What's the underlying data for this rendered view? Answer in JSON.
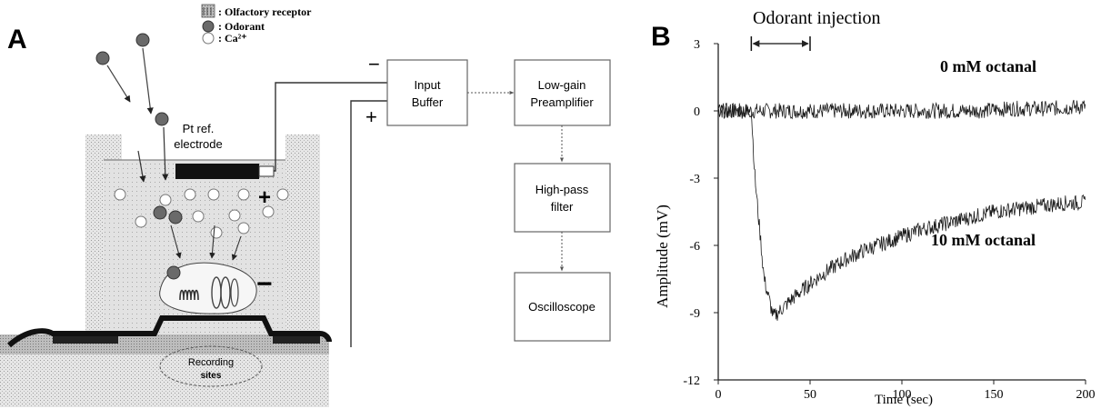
{
  "panel_a": {
    "label": "A",
    "legend": {
      "receptor": ": Olfactory receptor",
      "odorant": ": Odorant",
      "ca": ": Ca²⁺"
    },
    "electrode_label_1": "Pt ref.",
    "electrode_label_2": "electrode",
    "recording_label_1": "Recording",
    "recording_label_2": "sites",
    "minus_sign": "−",
    "plus_sign": "+",
    "well_plus": "+",
    "well_minus": "−",
    "blocks": {
      "input_buffer_1": "Input",
      "input_buffer_2": "Buffer",
      "preamp_1": "Low-gain",
      "preamp_2": "Preamplifier",
      "filter_1": "High-pass",
      "filter_2": "filter",
      "scope": "Oscilloscope"
    },
    "colors": {
      "receptor": "#555555",
      "odorant": "#6a6a6a",
      "ca": "#ffffff"
    }
  },
  "panel_b": {
    "label": "B",
    "annotation": "Odorant injection",
    "series_label_top": "0 mM octanal",
    "series_label_bottom": "10 mM octanal"
  },
  "chart_data": {
    "type": "line",
    "title": "",
    "xlabel": "Time (sec)",
    "ylabel": "Amplitude (mV)",
    "xlim": [
      0,
      200
    ],
    "ylim": [
      -12,
      3
    ],
    "xticks": [
      0,
      50,
      100,
      150,
      200
    ],
    "yticks": [
      3,
      0,
      -3,
      -6,
      -9,
      -12
    ],
    "injection_interval": [
      18,
      50
    ],
    "series": [
      {
        "name": "0 mM octanal",
        "x": [
          0,
          20,
          40,
          60,
          80,
          100,
          120,
          140,
          160,
          180,
          200
        ],
        "y": [
          0,
          0,
          0,
          0,
          0,
          0,
          0,
          0,
          0.1,
          0.1,
          0.2
        ]
      },
      {
        "name": "10 mM octanal",
        "x": [
          0,
          18,
          20,
          25,
          30,
          35,
          40,
          50,
          60,
          70,
          80,
          90,
          100,
          110,
          120,
          130,
          140,
          150,
          160,
          170,
          180,
          190,
          200
        ],
        "y": [
          0,
          0,
          -3,
          -7.5,
          -9.2,
          -8.8,
          -8.4,
          -7.7,
          -7.1,
          -6.6,
          -6.2,
          -5.9,
          -5.6,
          -5.3,
          -5.1,
          -4.9,
          -4.7,
          -4.5,
          -4.4,
          -4.3,
          -4.2,
          -4.1,
          -4.1
        ]
      }
    ]
  }
}
